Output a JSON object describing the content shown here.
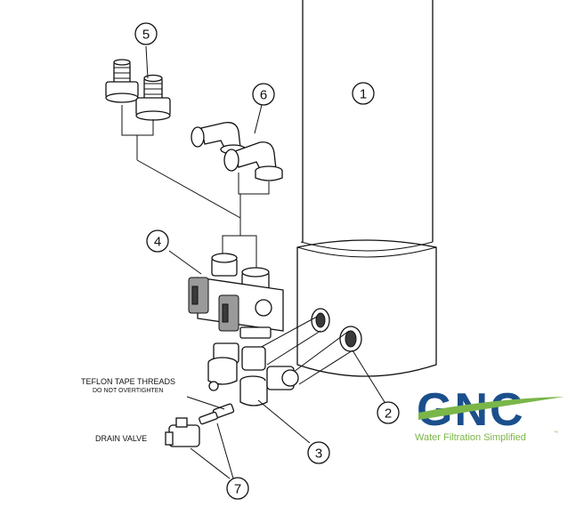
{
  "callouts": [
    "1",
    "2",
    "3",
    "4",
    "5",
    "6",
    "7"
  ],
  "labels": {
    "teflon_main": "TEFLON TAPE THREADS",
    "teflon_sub": "DO NOT OVERTIGHTEN",
    "drain_valve": "DRAIN VALVE"
  },
  "logo": {
    "wordmark": "GNC",
    "tagline": "Water Filtration Simplified",
    "trademark": "™",
    "colors": {
      "blue": "#1b4f8c",
      "green": "#7ab648"
    }
  }
}
